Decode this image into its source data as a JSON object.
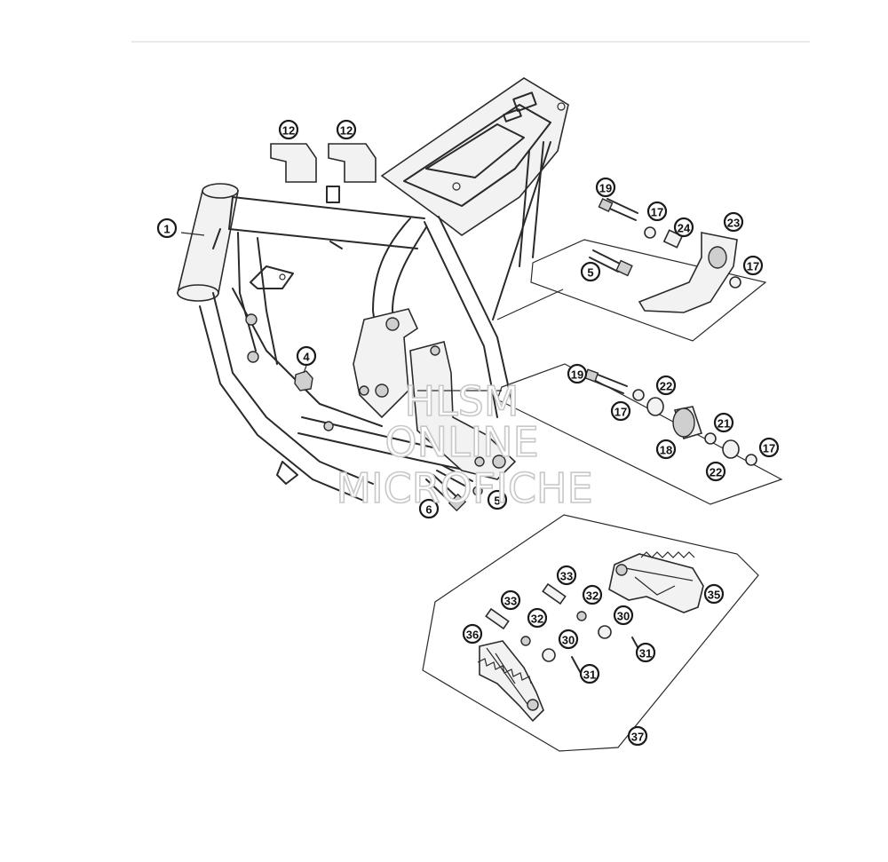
{
  "watermark": {
    "line1": "HLSM",
    "line2": "ONLINE",
    "line3": "MICROFICHE"
  },
  "callouts": [
    {
      "id": "c1",
      "label": "1"
    },
    {
      "id": "c12a",
      "label": "12"
    },
    {
      "id": "c12b",
      "label": "12"
    },
    {
      "id": "c4",
      "label": "4"
    },
    {
      "id": "c6",
      "label": "6"
    },
    {
      "id": "c5a",
      "label": "5"
    },
    {
      "id": "c19a",
      "label": "19"
    },
    {
      "id": "c17a",
      "label": "17"
    },
    {
      "id": "c24",
      "label": "24"
    },
    {
      "id": "c23",
      "label": "23"
    },
    {
      "id": "c5b",
      "label": "5"
    },
    {
      "id": "c17b",
      "label": "17"
    },
    {
      "id": "c19b",
      "label": "19"
    },
    {
      "id": "c22a",
      "label": "22"
    },
    {
      "id": "c17c",
      "label": "17"
    },
    {
      "id": "c21",
      "label": "21"
    },
    {
      "id": "c18",
      "label": "18"
    },
    {
      "id": "c22b",
      "label": "22"
    },
    {
      "id": "c17d",
      "label": "17"
    },
    {
      "id": "c33a",
      "label": "33"
    },
    {
      "id": "c32a",
      "label": "32"
    },
    {
      "id": "c35",
      "label": "35"
    },
    {
      "id": "c33b",
      "label": "33"
    },
    {
      "id": "c32b",
      "label": "32"
    },
    {
      "id": "c30a",
      "label": "30"
    },
    {
      "id": "c36",
      "label": "36"
    },
    {
      "id": "c30b",
      "label": "30"
    },
    {
      "id": "c31a",
      "label": "31"
    },
    {
      "id": "c31b",
      "label": "31"
    },
    {
      "id": "c37",
      "label": "37"
    }
  ]
}
